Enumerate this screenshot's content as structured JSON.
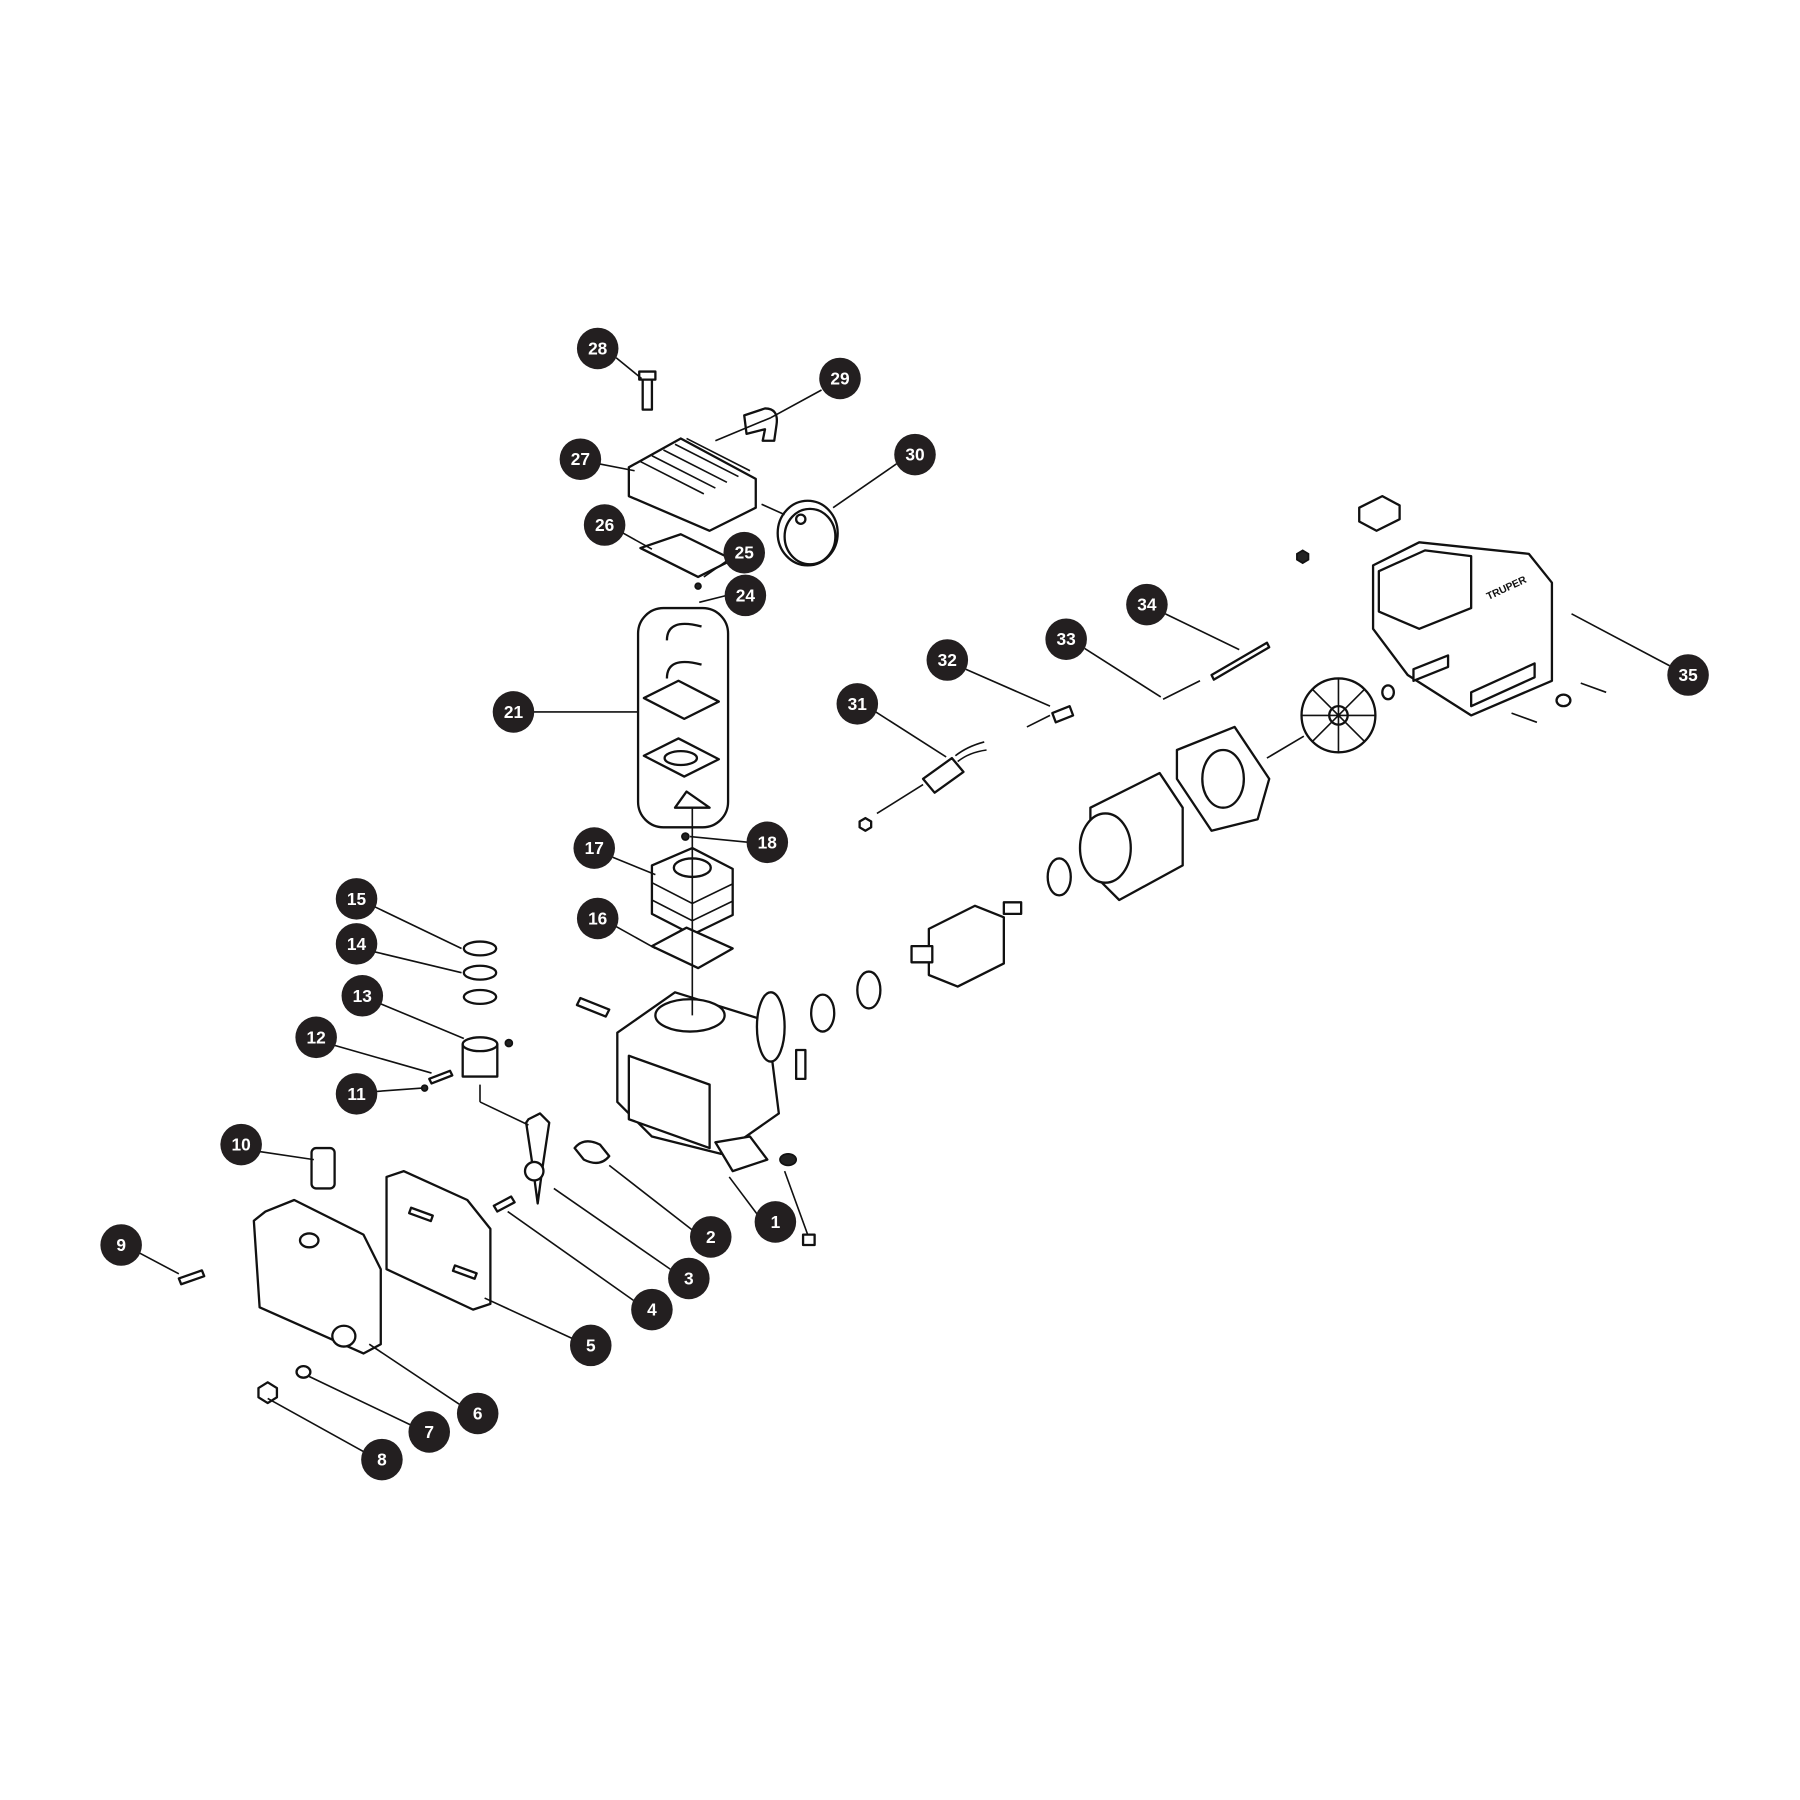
{
  "diagram": {
    "type": "exploded parts diagram",
    "brand_logo": "TRUPER",
    "callouts": [
      {
        "number": "1"
      },
      {
        "number": "2"
      },
      {
        "number": "3"
      },
      {
        "number": "4"
      },
      {
        "number": "5"
      },
      {
        "number": "6"
      },
      {
        "number": "7"
      },
      {
        "number": "8"
      },
      {
        "number": "9"
      },
      {
        "number": "10"
      },
      {
        "number": "11"
      },
      {
        "number": "12"
      },
      {
        "number": "13"
      },
      {
        "number": "14"
      },
      {
        "number": "15"
      },
      {
        "number": "16"
      },
      {
        "number": "17"
      },
      {
        "number": "18"
      },
      {
        "number": "21"
      },
      {
        "number": "24"
      },
      {
        "number": "25"
      },
      {
        "number": "26"
      },
      {
        "number": "27"
      },
      {
        "number": "28"
      },
      {
        "number": "29"
      },
      {
        "number": "30"
      },
      {
        "number": "31"
      },
      {
        "number": "32"
      },
      {
        "number": "33"
      },
      {
        "number": "34"
      },
      {
        "number": "35"
      }
    ]
  }
}
